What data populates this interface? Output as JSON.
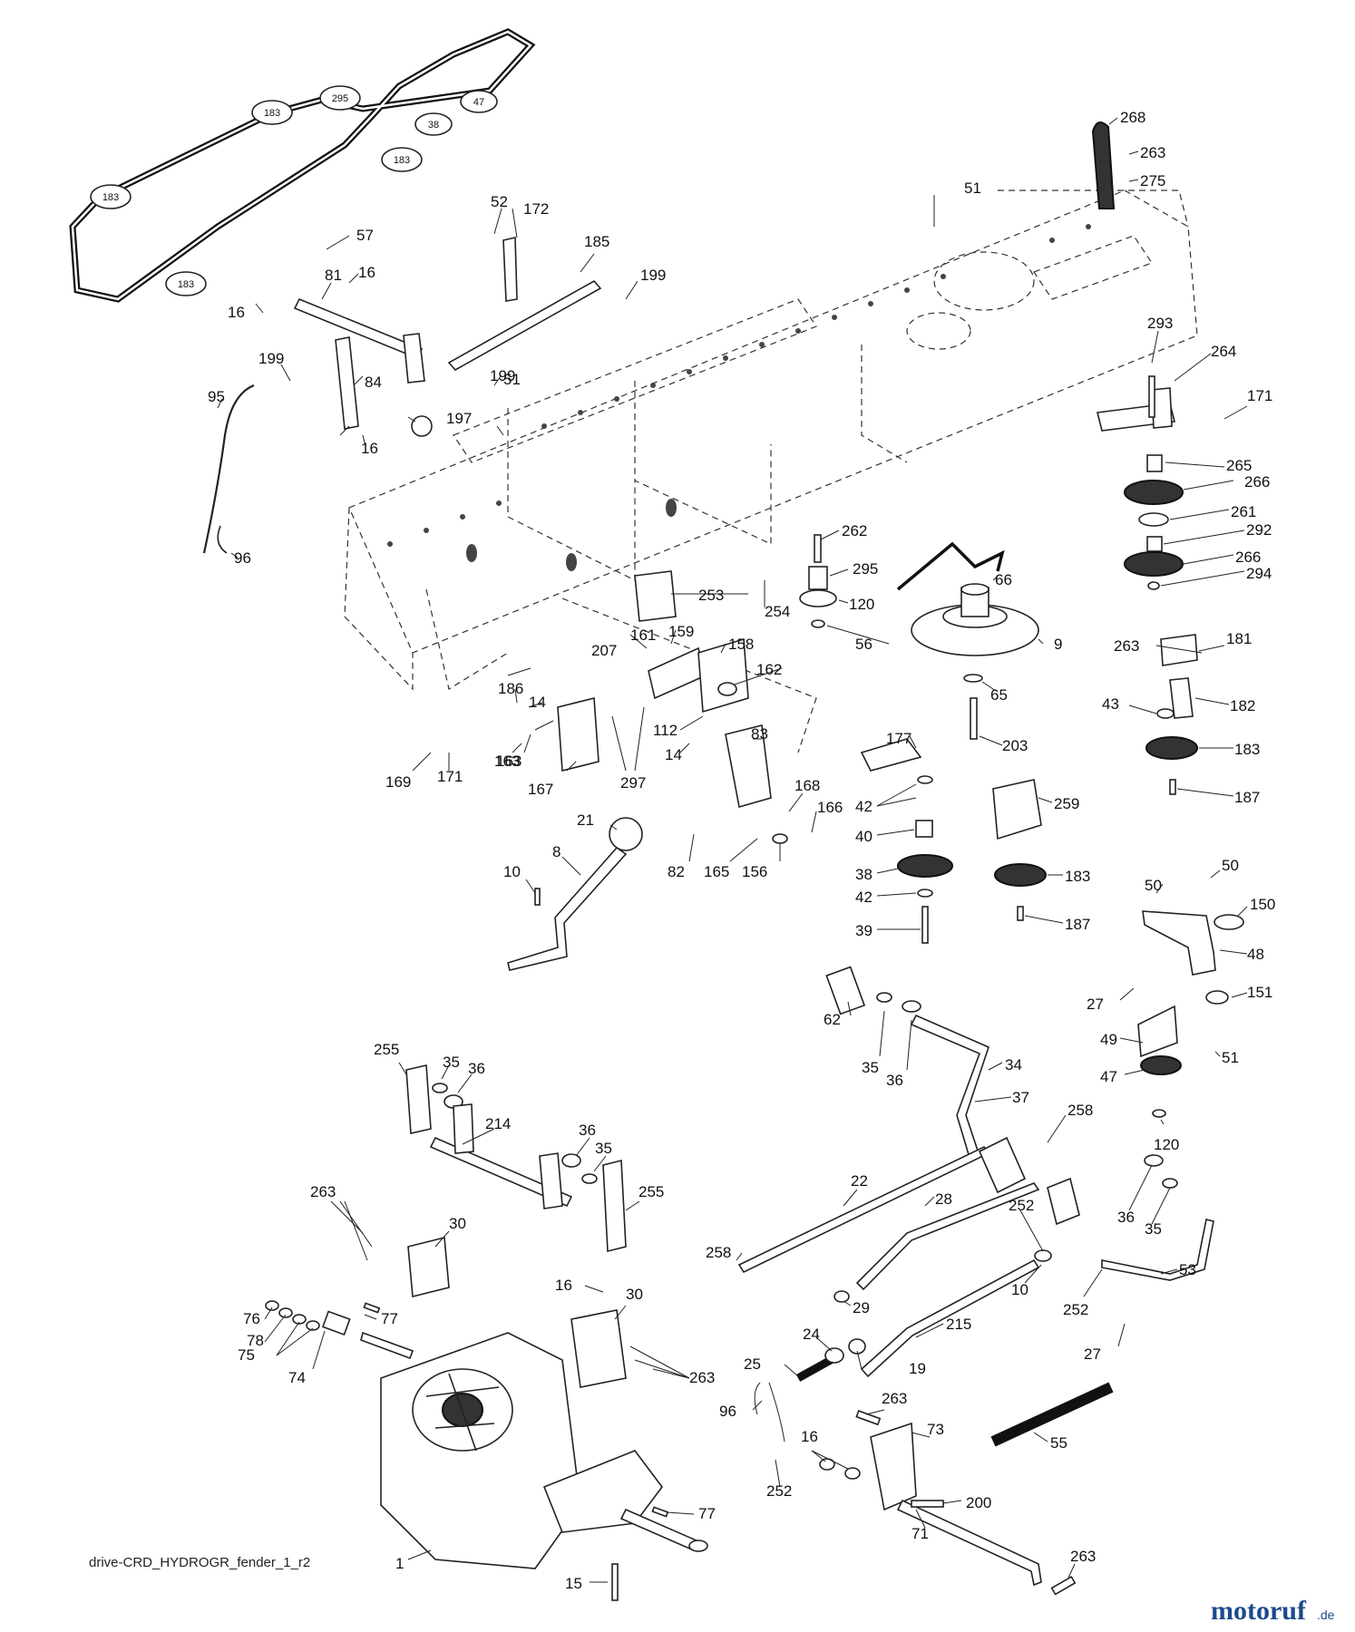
{
  "diagram": {
    "belt_pulleys": [
      "183",
      "295",
      "47",
      "38",
      "183",
      "183",
      "183"
    ],
    "callouts": [
      "268",
      "263",
      "275",
      "52",
      "172",
      "185",
      "199",
      "51",
      "57",
      "81",
      "16",
      "16",
      "199",
      "95",
      "84",
      "199",
      "51",
      "197",
      "16",
      "96",
      "293",
      "264",
      "171",
      "265",
      "266",
      "261",
      "292",
      "266",
      "294",
      "262",
      "295",
      "120",
      "56",
      "66",
      "9",
      "253",
      "254",
      "161",
      "159",
      "158",
      "207",
      "162",
      "186",
      "14",
      "112",
      "14",
      "83",
      "163",
      "297",
      "167",
      "169",
      "171",
      "163",
      "263",
      "181",
      "65",
      "43",
      "182",
      "183",
      "187",
      "203",
      "177",
      "42",
      "40",
      "38",
      "42",
      "39",
      "259",
      "183",
      "187",
      "21",
      "168",
      "166",
      "82",
      "165",
      "156",
      "10",
      "8",
      "50",
      "50",
      "150",
      "48",
      "27",
      "151",
      "62",
      "35",
      "36",
      "34",
      "37",
      "49",
      "47",
      "51",
      "120",
      "258",
      "255",
      "35",
      "36",
      "214",
      "36",
      "35",
      "255",
      "22",
      "28",
      "36",
      "35",
      "263",
      "30",
      "252",
      "10",
      "252",
      "53",
      "258",
      "29",
      "215",
      "27",
      "16",
      "30",
      "76",
      "78",
      "75",
      "77",
      "74",
      "263",
      "24",
      "25",
      "19",
      "263",
      "73",
      "96",
      "252",
      "16",
      "55",
      "200",
      "71",
      "1",
      "15",
      "77",
      "263"
    ],
    "footer_label": "drive-CRD_HYDROGR_fender_1_r2"
  },
  "watermark": {
    "brand": "motoruf",
    "suffix": ".de",
    "brand_color": "#1d4a8c",
    "accent_color": "#e07a1b"
  }
}
